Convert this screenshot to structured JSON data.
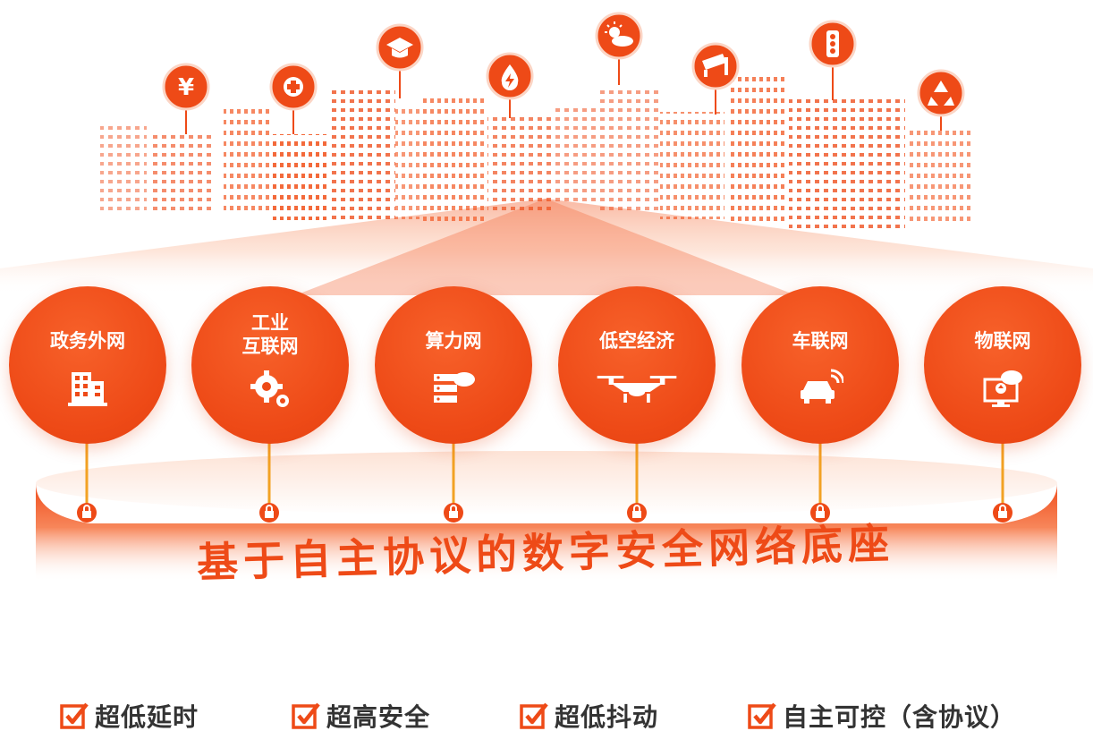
{
  "colors": {
    "accent": "#ee4a17",
    "accent_light": "#f99a6c",
    "connector": "#f2a224",
    "text_dark": "#333333"
  },
  "city_icons": [
    {
      "name": "finance-icon",
      "glyph": "¥"
    },
    {
      "name": "medical-cross-icon",
      "glyph": ""
    },
    {
      "name": "graduation-cap-icon",
      "glyph": ""
    },
    {
      "name": "energy-drop-icon",
      "glyph": ""
    },
    {
      "name": "weather-sun-cloud-icon",
      "glyph": ""
    },
    {
      "name": "surveillance-camera-icon",
      "glyph": ""
    },
    {
      "name": "traffic-light-icon",
      "glyph": ""
    },
    {
      "name": "recycle-icon",
      "glyph": ""
    }
  ],
  "services": [
    {
      "label": "政务外网",
      "icon": "building-icon"
    },
    {
      "label": "工业\n互联网",
      "icon": "gear-icon"
    },
    {
      "label": "算力网",
      "icon": "cloud-server-icon"
    },
    {
      "label": "低空经济",
      "icon": "drone-icon"
    },
    {
      "label": "车联网",
      "icon": "connected-car-icon"
    },
    {
      "label": "物联网",
      "icon": "iot-cloud-monitor-icon"
    }
  ],
  "base": {
    "title": "基于自主协议的数字安全网络底座",
    "lock_icon": "lock-icon"
  },
  "features": [
    {
      "text": "超低延时"
    },
    {
      "text": "超高安全"
    },
    {
      "text": "超低抖动"
    },
    {
      "text": "自主可控（含协议）"
    }
  ]
}
